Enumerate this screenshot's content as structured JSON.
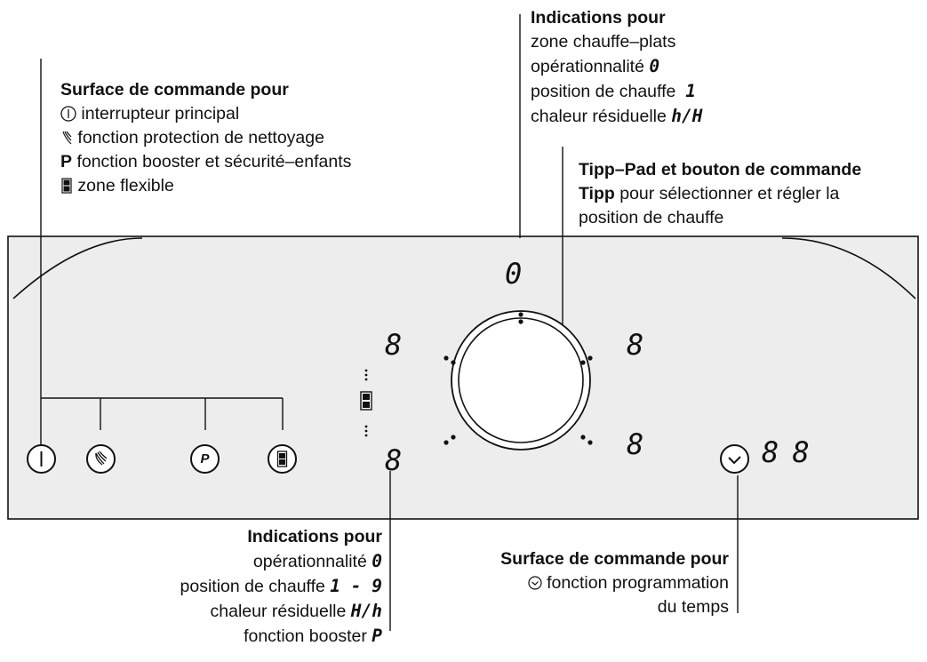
{
  "labels": {
    "top_left": {
      "title": "Surface de commande pour",
      "lines": [
        {
          "icon": "power-icon",
          "text": "interrupteur principal"
        },
        {
          "icon": "wipe-hand-icon",
          "text": "fonction protection de nettoyage"
        },
        {
          "icon": "P",
          "text": "fonction booster et sécurité–enfants"
        },
        {
          "icon": "flex-zone-icon",
          "text": "zone flexible"
        }
      ]
    },
    "top_center": {
      "title": "Indications pour",
      "lines": [
        "zone chauffe–plats",
        "opérationnalité",
        "position de chauffe",
        "chaleur résiduelle"
      ],
      "glyphs": [
        "0",
        "1",
        "h/H"
      ]
    },
    "top_right": {
      "title": "Tipp–Pad et bouton de commande",
      "line1_bold": "Tipp",
      "line1_rest": " pour sélectionner et régler la",
      "line2": "position de chauffe"
    },
    "bottom_left": {
      "title": "Indications pour",
      "lines": [
        "opérationnalité",
        "position de chauffe",
        "chaleur résiduelle",
        "fonction booster"
      ],
      "glyphs": [
        "0",
        "1 - 9",
        "H/h",
        "P"
      ]
    },
    "bottom_right": {
      "title": "Surface de commande pour",
      "line1": "fonction programmation",
      "line2": "du temps"
    }
  },
  "panel": {
    "displays": {
      "top": "0",
      "left_upper": "8",
      "left_lower": "8",
      "right_upper": "8",
      "right_lower": "8",
      "timer": "8 8"
    },
    "buttons": [
      {
        "name": "power-button",
        "icon": "power-icon"
      },
      {
        "name": "wipe-protection-button",
        "icon": "wipe-hand-icon"
      },
      {
        "name": "booster-button",
        "icon": "P"
      },
      {
        "name": "flex-zone-button",
        "icon": "flex-zone-icon"
      },
      {
        "name": "timer-button",
        "icon": "clock-icon"
      }
    ]
  }
}
